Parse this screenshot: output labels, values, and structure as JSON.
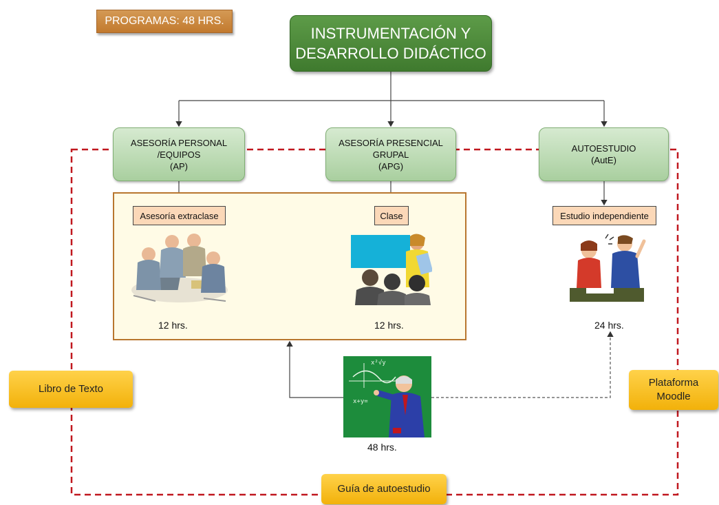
{
  "top_label": "PROGRAMAS: 48 HRS.",
  "title": {
    "line1": "INSTRUMENTACIÓN Y",
    "line2": "DESARROLLO DIDÁCTICO"
  },
  "branches": [
    {
      "line1": "ASESORÍA PERSONAL",
      "line2": "/EQUIPOS",
      "line3": "(AP)"
    },
    {
      "line1": "ASESORÍA PRESENCIAL",
      "line2": "GRUPAL",
      "line3": "(APG)"
    },
    {
      "line1": "AUTOESTUDIO",
      "line2": "(AutE)"
    }
  ],
  "activities": [
    "Asesoría extraclase",
    "Clase",
    "Estudio independiente"
  ],
  "hours": [
    "12 hrs.",
    "12 hrs.",
    "24 hrs.",
    "48 hrs."
  ],
  "resources": {
    "left": "Libro de Texto",
    "right_line1": "Plataforma",
    "right_line2": "Moodle",
    "bottom": "Guía de autoestudio"
  },
  "illustrations": [
    "group-meeting-illustration",
    "classroom-illustration",
    "two-people-talking-illustration",
    "teacher-at-blackboard-illustration"
  ],
  "colors": {
    "title_green": "#4b8a38",
    "branch_green": "#c2dfb9",
    "dashed_red": "#c0171e",
    "cream": "#fffbe6",
    "peach": "#fbd8b8",
    "yellow": "#f7bd1d",
    "orange_label": "#c98a44"
  }
}
